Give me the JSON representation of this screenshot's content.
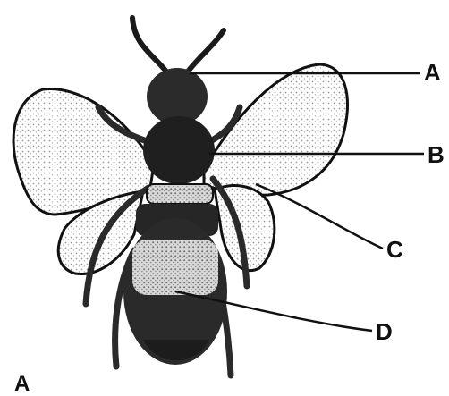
{
  "diagram": {
    "labels": {
      "a": "A",
      "b": "B",
      "c": "C",
      "d": "D"
    },
    "figure_letter": "A"
  },
  "colors": {
    "ink": "#111111",
    "shade": "#3a3a3a",
    "light_shade": "#b8b8b8",
    "paper": "#ffffff"
  }
}
